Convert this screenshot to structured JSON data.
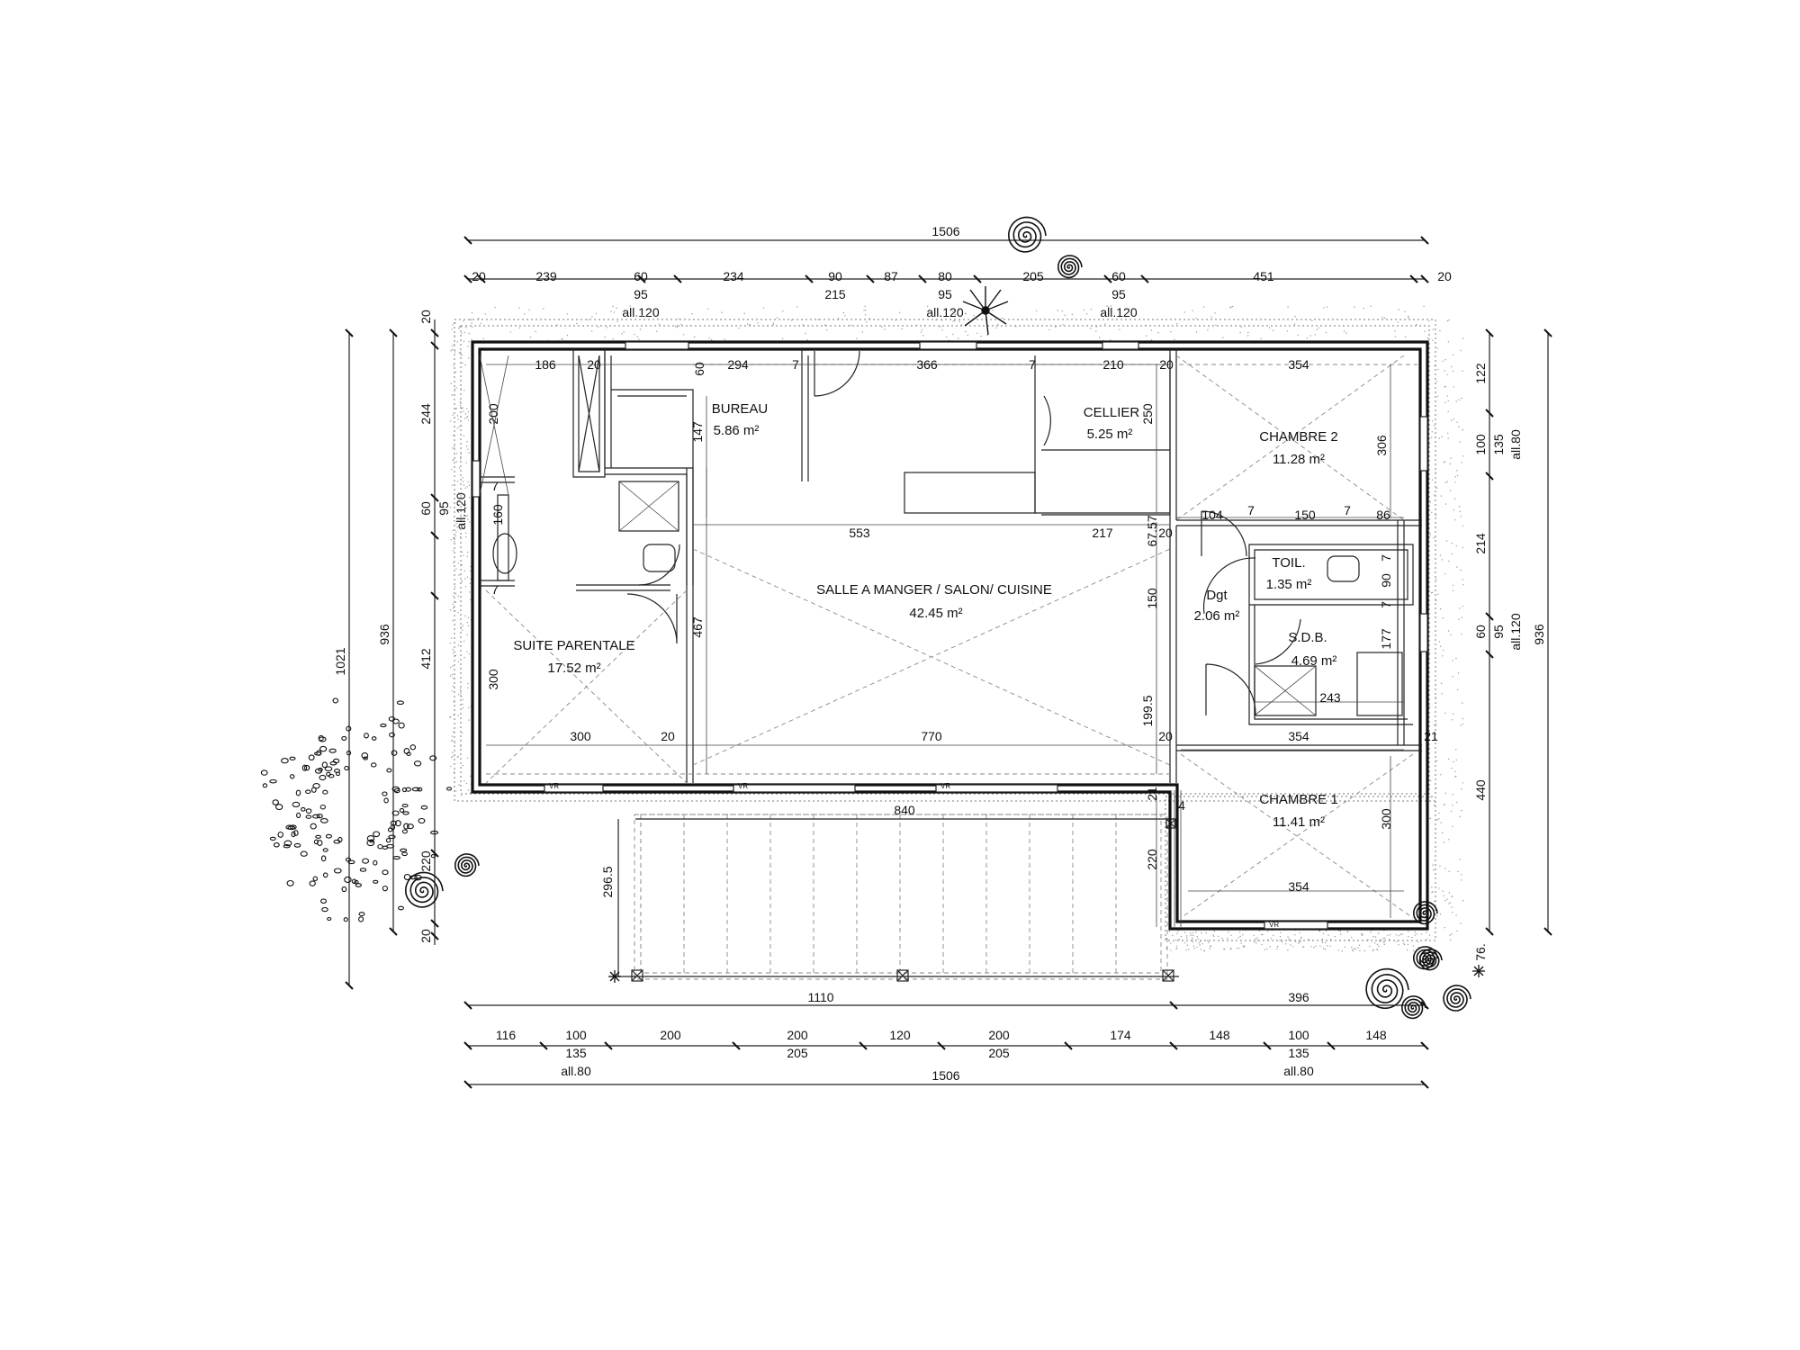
{
  "rooms": [
    {
      "name": "BUREAU",
      "area": "5.86 m²"
    },
    {
      "name": "CELLIER",
      "area": "5.25 m²"
    },
    {
      "name": "CHAMBRE 2",
      "area": "11.28 m²"
    },
    {
      "name": "SALLE A MANGER / SALON/ CUISINE",
      "area": "42.45 m²"
    },
    {
      "name": "TOIL.",
      "area": "1.35 m²"
    },
    {
      "name": "Dgt",
      "area": "2.06 m²"
    },
    {
      "name": "S.D.B.",
      "area": "4.69 m²"
    },
    {
      "name": "SUITE PARENTALE",
      "area": "17.52 m²"
    },
    {
      "name": "CHAMBRE 1",
      "area": "11.41 m²"
    }
  ],
  "dims": {
    "top_total": "1506",
    "top_row": [
      "20",
      "239",
      "60",
      "234",
      "90",
      "87",
      "80",
      "205",
      "60",
      "451",
      "20"
    ],
    "top_sub": [
      "95",
      "215",
      "95",
      "95"
    ],
    "top_all": [
      "all.120",
      "all.120",
      "all.120"
    ],
    "bottom_total": "1506",
    "bottom_row": [
      "116",
      "100",
      "200",
      "200",
      "120",
      "200",
      "174",
      "148",
      "100",
      "148"
    ],
    "bottom_sub": [
      "135",
      "205",
      "205",
      "135"
    ],
    "bottom_all": [
      "all.80",
      "all.80"
    ],
    "terrace": [
      "1110",
      "396",
      "840",
      "296.5"
    ],
    "left_outer": [
      "1021",
      "936"
    ],
    "left_inner": [
      "20",
      "244",
      "60",
      "95",
      "412",
      "220",
      "20"
    ],
    "left_all": "all.120",
    "right_outer": "936",
    "right_inner": [
      "122",
      "100",
      "135",
      "214",
      "60",
      "95",
      "440",
      "76."
    ],
    "right_all": [
      "all.80",
      "all.120"
    ],
    "interior": [
      "186",
      "20",
      "60",
      "294",
      "7",
      "366",
      "7",
      "210",
      "20",
      "354",
      "250",
      "306",
      "200",
      "147",
      "160",
      "7",
      "7",
      "553",
      "217",
      "67.57",
      "20",
      "104",
      "7",
      "150",
      "7",
      "86",
      "7",
      "90",
      "7",
      "177",
      "150",
      "467",
      "300",
      "300",
      "20",
      "770",
      "199.5",
      "20",
      "354",
      "21",
      "21",
      "4",
      "243",
      "220",
      "300",
      "354"
    ]
  },
  "markers": {
    "vr": "VR"
  }
}
